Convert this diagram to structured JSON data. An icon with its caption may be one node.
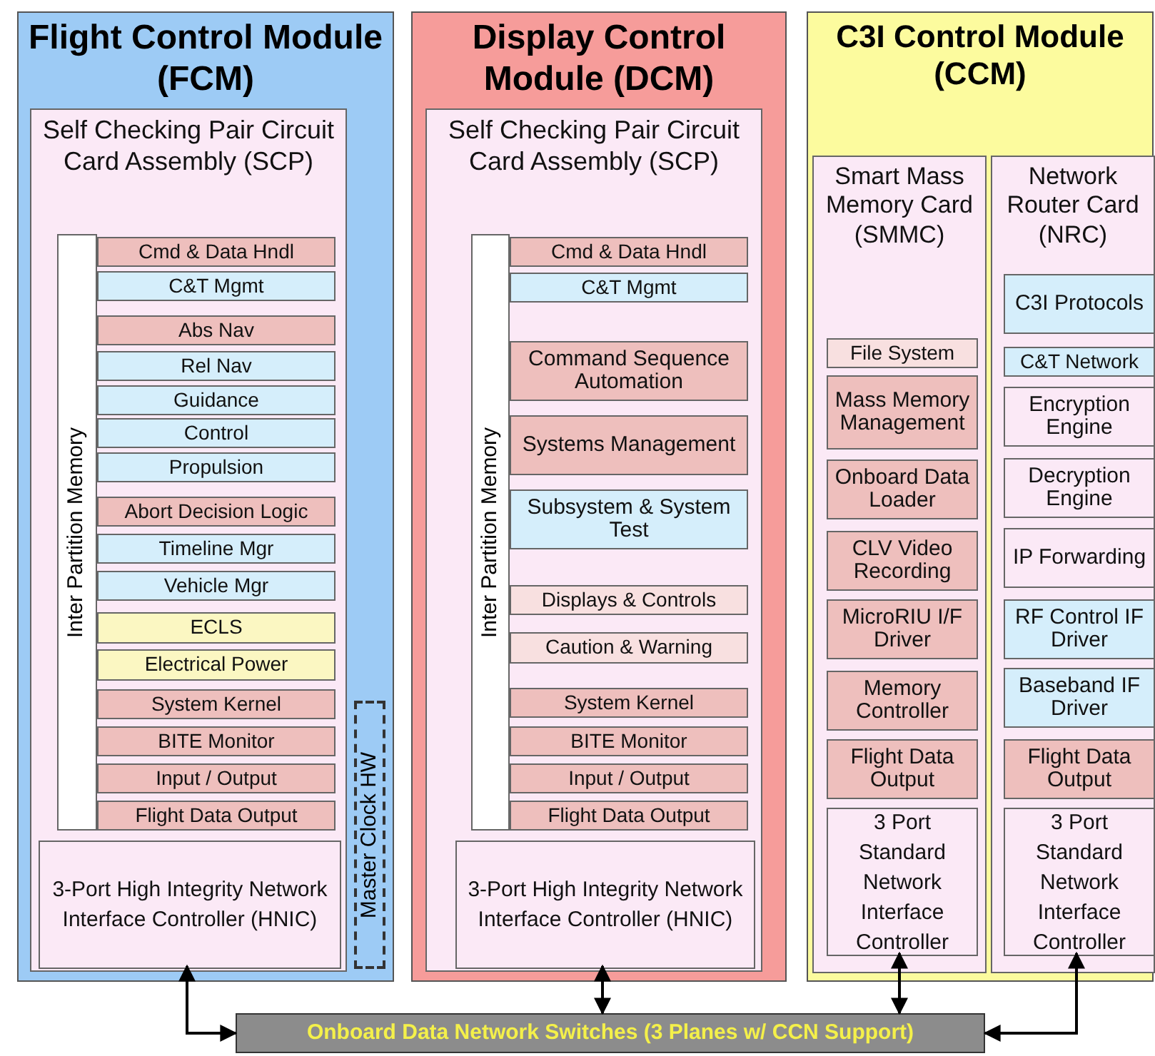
{
  "diagram": {
    "nodes": [
      {
        "text": [
          "Flight Control Module (FCM)"
        ]
      },
      {
        "text": [
          "Self Checking Pair Circuit Card Assembly (SCP)"
        ],
        "in": 0
      },
      {
        "text": [
          "Inter Partition Memory"
        ],
        "in": 1
      },
      {
        "text": [
          "Cmd & Data Hndl"
        ],
        "in": 1
      },
      {
        "text": [
          "C&T Mgmt"
        ],
        "in": 1
      },
      {
        "text": [
          "Abs Nav"
        ],
        "in": 1
      },
      {
        "text": [
          "Rel Nav"
        ],
        "in": 1
      },
      {
        "text": [
          "Guidance"
        ],
        "in": 1
      },
      {
        "text": [
          "Control"
        ],
        "in": 1
      },
      {
        "text": [
          "Propulsion"
        ],
        "in": 1
      },
      {
        "text": [
          "Abort Decision Logic"
        ],
        "in": 1
      },
      {
        "text": [
          "Timeline Mgr"
        ],
        "in": 1
      },
      {
        "text": [
          "Vehicle Mgr"
        ],
        "in": 1
      },
      {
        "text": [
          "ECLS"
        ],
        "in": 1
      },
      {
        "text": [
          "Electrical Power"
        ],
        "in": 1
      },
      {
        "text": [
          "System Kernel"
        ],
        "in": 1
      },
      {
        "text": [
          "BITE Monitor"
        ],
        "in": 1
      },
      {
        "text": [
          "Input / Output"
        ],
        "in": 1
      },
      {
        "text": [
          "Flight Data Output"
        ],
        "in": 1
      },
      {
        "text": [
          "3-Port High Integrity Network Interface Controller (HNIC)"
        ],
        "in": 1
      },
      {
        "text": [
          "Master Clock HW"
        ],
        "in": 0
      },
      {
        "text": [
          "Display Control Module (DCM)"
        ]
      },
      {
        "text": [
          "Self Checking Pair Circuit Card Assembly (SCP)"
        ],
        "in": 21
      },
      {
        "text": [
          "Inter Partition Memory"
        ],
        "in": 22
      },
      {
        "text": [
          "Cmd & Data Hndl"
        ],
        "in": 22
      },
      {
        "text": [
          "C&T Mgmt"
        ],
        "in": 22
      },
      {
        "text": [
          "Command Sequence Automation"
        ],
        "in": 22
      },
      {
        "text": [
          "Systems Management"
        ],
        "in": 22
      },
      {
        "text": [
          "Subsystem & System Test"
        ],
        "in": 22
      },
      {
        "text": [
          "Displays & Controls"
        ],
        "in": 22
      },
      {
        "text": [
          "Caution & Warning"
        ],
        "in": 22
      },
      {
        "text": [
          "System Kernel"
        ],
        "in": 22
      },
      {
        "text": [
          "BITE Monitor"
        ],
        "in": 22
      },
      {
        "text": [
          "Input / Output"
        ],
        "in": 22
      },
      {
        "text": [
          "Flight Data Output"
        ],
        "in": 22
      },
      {
        "text": [
          "3-Port High Integrity Network Interface Controller (HNIC)"
        ],
        "in": 22
      },
      {
        "text": [
          "C3I Control Module (CCM)"
        ]
      },
      {
        "text": [
          "Smart Mass Memory Card (SMMC)"
        ],
        "in": 36
      },
      {
        "text": [
          "File System"
        ],
        "in": 37
      },
      {
        "text": [
          "Mass Memory Management"
        ],
        "in": 37
      },
      {
        "text": [
          "Onboard Data Loader"
        ],
        "in": 37
      },
      {
        "text": [
          "CLV Video Recording"
        ],
        "in": 37
      },
      {
        "text": [
          "MicroRIU I/F Driver"
        ],
        "in": 37
      },
      {
        "text": [
          "Memory Controller"
        ],
        "in": 37
      },
      {
        "text": [
          "Flight Data Output"
        ],
        "in": 37
      },
      {
        "text": [
          "3 Port Standard Network Interface Controller"
        ],
        "in": 37
      },
      {
        "text": [
          "Network Router Card (NRC)"
        ],
        "in": 36
      },
      {
        "text": [
          "C3I Protocols"
        ],
        "in": 46
      },
      {
        "text": [
          "C&T Network"
        ],
        "in": 46
      },
      {
        "text": [
          "Encryption Engine"
        ],
        "in": 46
      },
      {
        "text": [
          "Decryption Engine"
        ],
        "in": 46
      },
      {
        "text": [
          "IP Forwarding"
        ],
        "in": 46
      },
      {
        "text": [
          "RF Control IF Driver"
        ],
        "in": 46
      },
      {
        "text": [
          "Baseband IF Driver"
        ],
        "in": 46
      },
      {
        "text": [
          "Flight Data Output"
        ],
        "in": 46
      },
      {
        "text": [
          "3 Port Standard Network Interface Controller"
        ],
        "in": 46
      },
      {
        "text": [
          "Onboard Data Network Switches (3 Planes w/ CCN Support)"
        ]
      }
    ],
    "edges": [
      {
        "from": 19,
        "to": 56,
        "arrow": "both"
      },
      {
        "from": 35,
        "to": 56,
        "arrow": "both"
      },
      {
        "from": 45,
        "to": 56,
        "arrow": "both"
      },
      {
        "from": 55,
        "to": 56,
        "arrow": "both"
      }
    ]
  }
}
